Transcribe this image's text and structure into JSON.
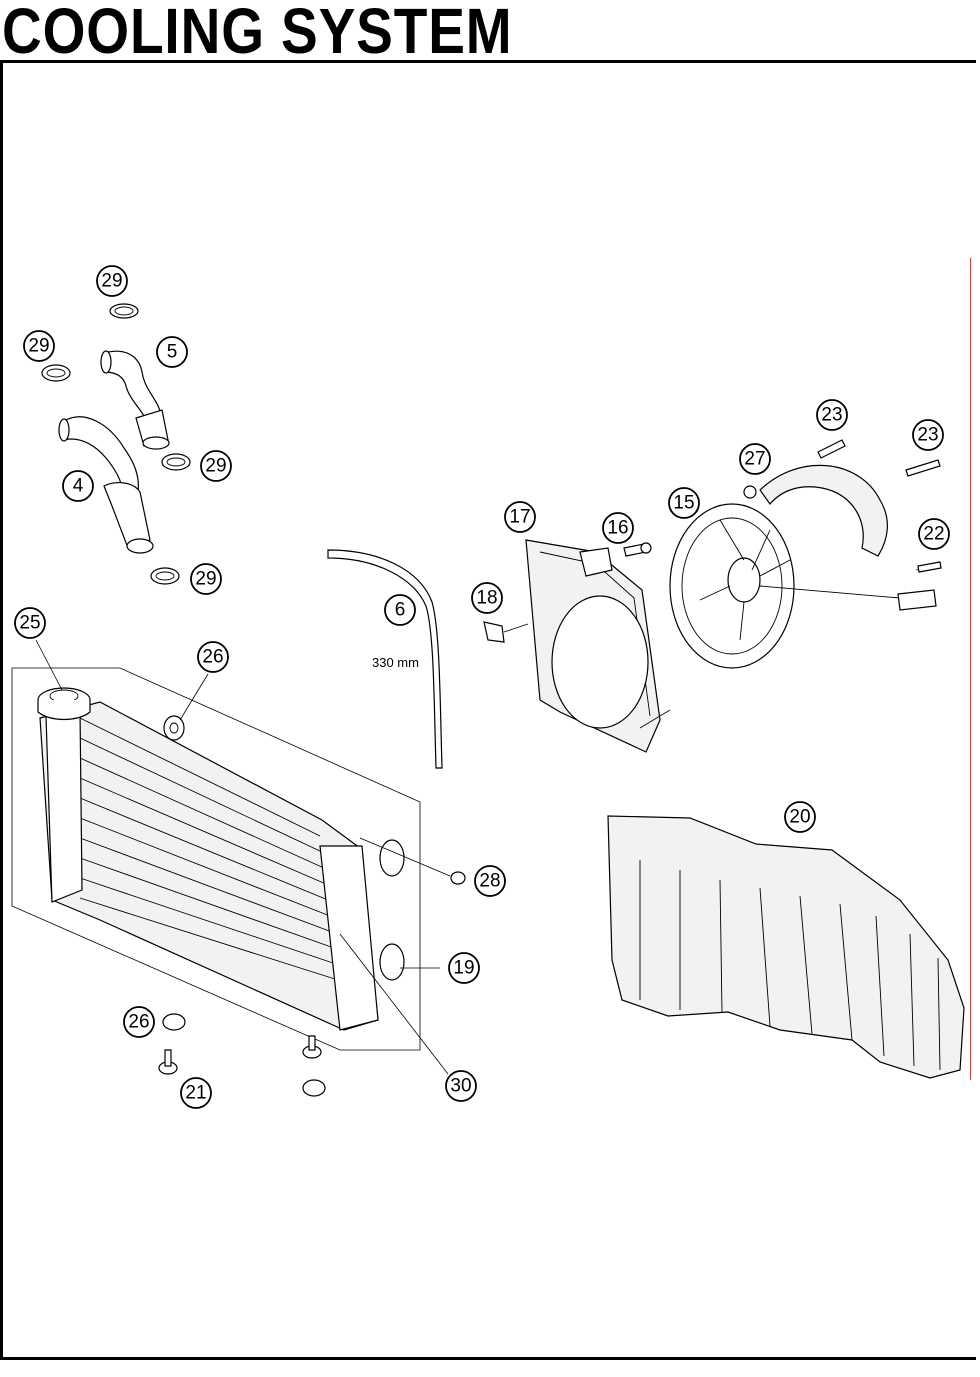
{
  "page": {
    "title": "COOLING SYSTEM"
  },
  "diagram": {
    "dimension_label": "330 mm",
    "callouts": {
      "c29_a": "29",
      "c29_b": "29",
      "c5": "5",
      "c29_c": "29",
      "c4": "4",
      "c29_d": "29",
      "c6": "6",
      "c17": "17",
      "c16": "16",
      "c15": "15",
      "c27": "27",
      "c23_a": "23",
      "c23_b": "23",
      "c22": "22",
      "c18": "18",
      "c25": "25",
      "c26_a": "26",
      "c28": "28",
      "c19": "19",
      "c20": "20",
      "c26_b": "26",
      "c21": "21",
      "c30": "30"
    }
  }
}
